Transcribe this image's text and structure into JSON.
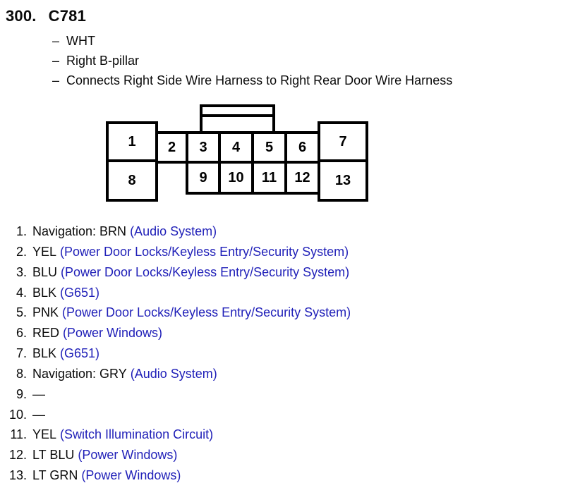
{
  "colors": {
    "link_blue": "#1f1fb8",
    "text_black": "#0b0b0b",
    "background": "#ffffff",
    "diagram_stroke": "#000000"
  },
  "header": {
    "index": "300.",
    "connector_id": "C781"
  },
  "details": {
    "bullet": "–",
    "items": [
      "WHT",
      "Right B-pillar",
      "Connects Right Side Wire Harness to Right Rear Door Wire Harness"
    ]
  },
  "connector": {
    "cells": [
      "1",
      "2",
      "3",
      "4",
      "5",
      "6",
      "7",
      "8",
      "9",
      "10",
      "11",
      "12",
      "13"
    ]
  },
  "pins": [
    {
      "num": "1.",
      "label": "Navigation: BRN",
      "circuit": "(Audio System)"
    },
    {
      "num": "2.",
      "label": "YEL",
      "circuit": "(Power Door Locks/Keyless Entry/Security System)"
    },
    {
      "num": "3.",
      "label": "BLU",
      "circuit": "(Power Door Locks/Keyless Entry/Security System)"
    },
    {
      "num": "4.",
      "label": "BLK",
      "circuit": "(G651)"
    },
    {
      "num": "5.",
      "label": "PNK",
      "circuit": "(Power Door Locks/Keyless Entry/Security System)"
    },
    {
      "num": "6.",
      "label": "RED",
      "circuit": "(Power Windows)"
    },
    {
      "num": "7.",
      "label": "BLK",
      "circuit": "(G651)"
    },
    {
      "num": "8.",
      "label": "Navigation: GRY",
      "circuit": "(Audio System)"
    },
    {
      "num": "9.",
      "label": "—",
      "circuit": ""
    },
    {
      "num": "10.",
      "label": "—",
      "circuit": ""
    },
    {
      "num": "11.",
      "label": "YEL",
      "circuit": "(Switch Illumination Circuit)"
    },
    {
      "num": "12.",
      "label": "LT BLU",
      "circuit": "(Power Windows)"
    },
    {
      "num": "13.",
      "label": "LT GRN",
      "circuit": "(Power Windows)"
    }
  ]
}
